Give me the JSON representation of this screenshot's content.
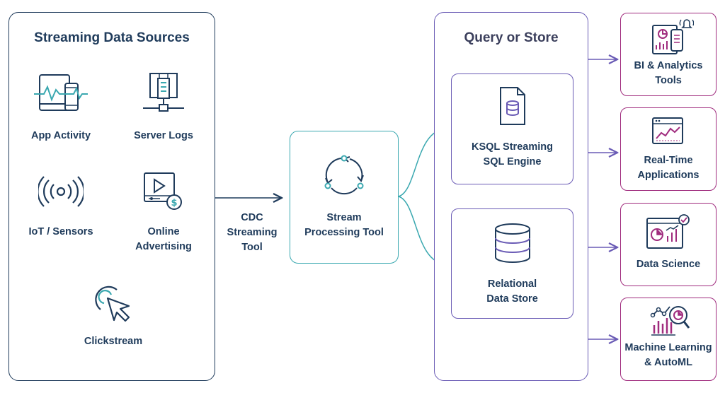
{
  "sources": {
    "title": "Streaming Data Sources",
    "items": [
      {
        "line1": "App Activity",
        "line2": ""
      },
      {
        "line1": "Server Logs",
        "line2": ""
      },
      {
        "line1": "IoT / Sensors",
        "line2": ""
      },
      {
        "line1": "Online",
        "line2": "Advertising"
      },
      {
        "line1": "Clickstream",
        "line2": ""
      }
    ]
  },
  "connector": {
    "line1": "CDC",
    "line2": "Streaming",
    "line3": "Tool"
  },
  "processor": {
    "line1": "Stream",
    "line2": "Processing Tool"
  },
  "query": {
    "title": "Query or Store",
    "ksql": {
      "line1": "KSQL Streaming",
      "line2": "SQL Engine"
    },
    "relational": {
      "line1": "Relational",
      "line2": "Data Store"
    }
  },
  "outputs": [
    {
      "line1": "BI & Analytics",
      "line2": "Tools"
    },
    {
      "line1": "Real-Time",
      "line2": "Applications"
    },
    {
      "line1": "Data Science",
      "line2": ""
    },
    {
      "line1": "Machine Learning",
      "line2": "& AutoML"
    }
  ],
  "colors": {
    "navy": "#1f3b5b",
    "purple": "#6a5bb5",
    "teal": "#3aa8b0",
    "magenta": "#a02c7e"
  },
  "icons": [
    "app-activity-icon",
    "server-logs-icon",
    "iot-sensors-icon",
    "online-advertising-icon",
    "clickstream-icon",
    "stream-cycle-icon",
    "ksql-document-icon",
    "database-icon",
    "bi-analytics-icon",
    "real-time-icon",
    "data-science-icon",
    "machine-learning-icon"
  ]
}
